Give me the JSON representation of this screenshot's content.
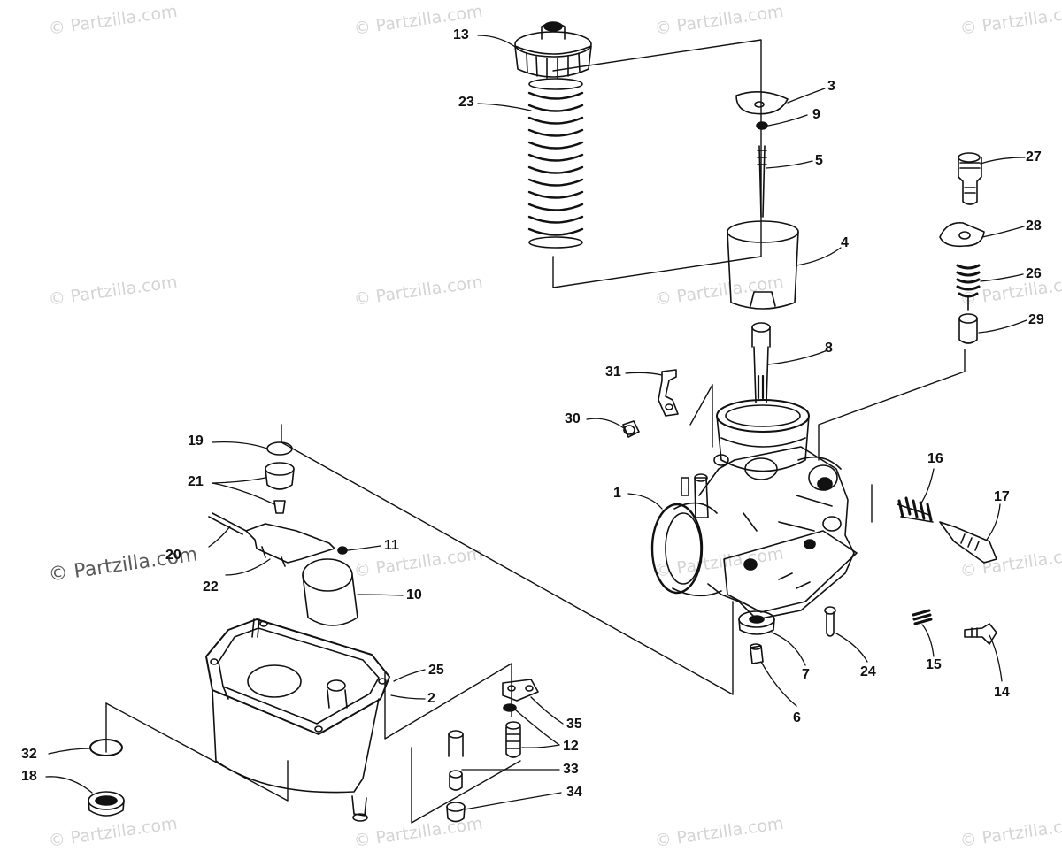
{
  "watermark_text": "© Partzilla.com",
  "callouts": {
    "c1": "1",
    "c2": "2",
    "c3": "3",
    "c4": "4",
    "c5": "5",
    "c6": "6",
    "c7": "7",
    "c8": "8",
    "c9": "9",
    "c10": "10",
    "c11": "11",
    "c12": "12",
    "c13": "13",
    "c14": "14",
    "c15": "15",
    "c16": "16",
    "c17": "17",
    "c18": "18",
    "c19": "19",
    "c20": "20",
    "c21": "21",
    "c22": "22",
    "c23": "23",
    "c24": "24",
    "c25": "25",
    "c26": "26",
    "c27": "27",
    "c28": "28",
    "c29": "29",
    "c30": "30",
    "c31": "31",
    "c32": "32",
    "c33": "33",
    "c34": "34",
    "c35": "35"
  },
  "colors": {
    "line": "#111111",
    "watermark": "#d4d4d4",
    "background": "#ffffff"
  }
}
